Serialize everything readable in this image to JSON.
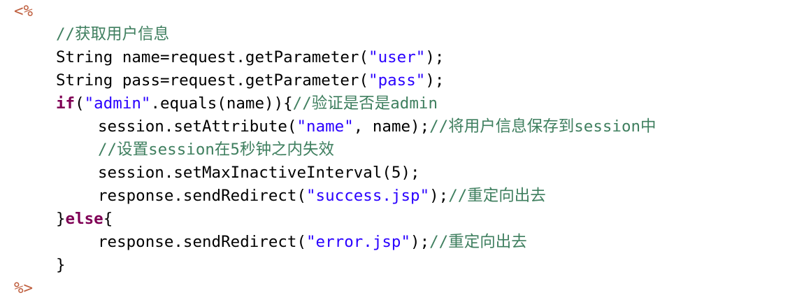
{
  "colors": {
    "plain": "#000000",
    "keyword": "#7f0055",
    "string": "#2a00ff",
    "comment": "#3f7f5f",
    "jsp_tag": "#bf5f3f",
    "background": "#ffffff"
  },
  "lines": [
    {
      "indent": 0,
      "tokens": [
        {
          "t": "jsp_tag",
          "v": "<%"
        }
      ]
    },
    {
      "indent": 1,
      "tokens": [
        {
          "t": "comment",
          "v": "//获取用户信息"
        }
      ]
    },
    {
      "indent": 1,
      "tokens": [
        {
          "t": "plain",
          "v": "String name=request.getParameter("
        },
        {
          "t": "string",
          "v": "\"user\""
        },
        {
          "t": "plain",
          "v": ");"
        }
      ]
    },
    {
      "indent": 1,
      "tokens": [
        {
          "t": "plain",
          "v": "String pass=request.getParameter("
        },
        {
          "t": "string",
          "v": "\"pass\""
        },
        {
          "t": "plain",
          "v": ");"
        }
      ]
    },
    {
      "indent": 1,
      "tokens": [
        {
          "t": "keyword",
          "v": "if"
        },
        {
          "t": "plain",
          "v": "("
        },
        {
          "t": "string",
          "v": "\"admin\""
        },
        {
          "t": "plain",
          "v": ".equals(name)){"
        },
        {
          "t": "comment",
          "v": "//验证是否是admin"
        }
      ]
    },
    {
      "indent": 2,
      "tokens": [
        {
          "t": "plain",
          "v": "session.setAttribute("
        },
        {
          "t": "string",
          "v": "\"name\""
        },
        {
          "t": "plain",
          "v": ", name);"
        },
        {
          "t": "comment",
          "v": "//将用户信息保存到session中"
        }
      ]
    },
    {
      "indent": 2,
      "tokens": [
        {
          "t": "comment",
          "v": "//设置session在5秒钟之内失效"
        }
      ]
    },
    {
      "indent": 2,
      "tokens": [
        {
          "t": "plain",
          "v": "session.setMaxInactiveInterval(5);"
        }
      ]
    },
    {
      "indent": 2,
      "tokens": [
        {
          "t": "plain",
          "v": "response.sendRedirect("
        },
        {
          "t": "string",
          "v": "\"success.jsp\""
        },
        {
          "t": "plain",
          "v": ");"
        },
        {
          "t": "comment",
          "v": "//重定向出去"
        }
      ]
    },
    {
      "indent": 1,
      "tokens": [
        {
          "t": "plain",
          "v": "}"
        },
        {
          "t": "keyword",
          "v": "else"
        },
        {
          "t": "plain",
          "v": "{"
        }
      ]
    },
    {
      "indent": 2,
      "tokens": [
        {
          "t": "plain",
          "v": "response.sendRedirect("
        },
        {
          "t": "string",
          "v": "\"error.jsp\""
        },
        {
          "t": "plain",
          "v": ");"
        },
        {
          "t": "comment",
          "v": "//重定向出去"
        }
      ]
    },
    {
      "indent": 1,
      "tokens": [
        {
          "t": "plain",
          "v": "}"
        }
      ]
    },
    {
      "indent": 0,
      "tokens": [
        {
          "t": "jsp_tag",
          "v": "%>"
        }
      ]
    }
  ]
}
